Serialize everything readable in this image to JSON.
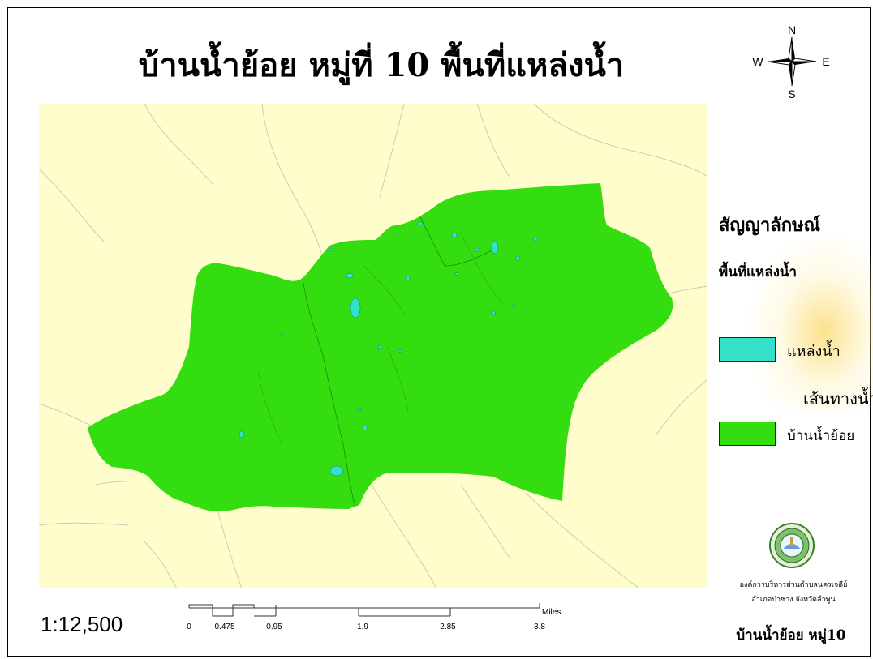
{
  "title": "บ้านน้ำย้อย หมู่ที่ 10 พื้นที่แหล่งน้ำ",
  "compass": {
    "icon": "north-arrow-icon",
    "n": "N",
    "s": "S",
    "e": "E",
    "w": "W"
  },
  "legend": {
    "title": "สัญญาลักษณ์",
    "subtitle": "พื้นที่แหล่งน้ำ",
    "items": [
      {
        "label": "แหล่งน้ำ",
        "color": "#33e0c8",
        "kind": "fill"
      },
      {
        "label": "เส้นทางน้ำ",
        "color": "#b9c7d0",
        "kind": "line"
      },
      {
        "label": "บ้านน้ำย้อย",
        "color": "#33dd0f",
        "kind": "fill"
      }
    ]
  },
  "colors": {
    "background": "#fffdcc",
    "village": "#33dd0f",
    "water": "#33e0c8",
    "stream": "#c8cdb8"
  },
  "scale": {
    "text": "1:12,500",
    "ticks": [
      "0",
      "0.475",
      "0.95",
      "1.9",
      "2.85",
      "3.8"
    ],
    "unit": "Miles"
  },
  "organization": {
    "logo": "organization-seal-icon",
    "line1": "องค์การบริหารส่วนตำบลนครเจดีย์",
    "line2": "อำเภอป่าซาง  จังหวัดลำพูน"
  },
  "footer": "บ้านน้ำย้อย หมู่10"
}
